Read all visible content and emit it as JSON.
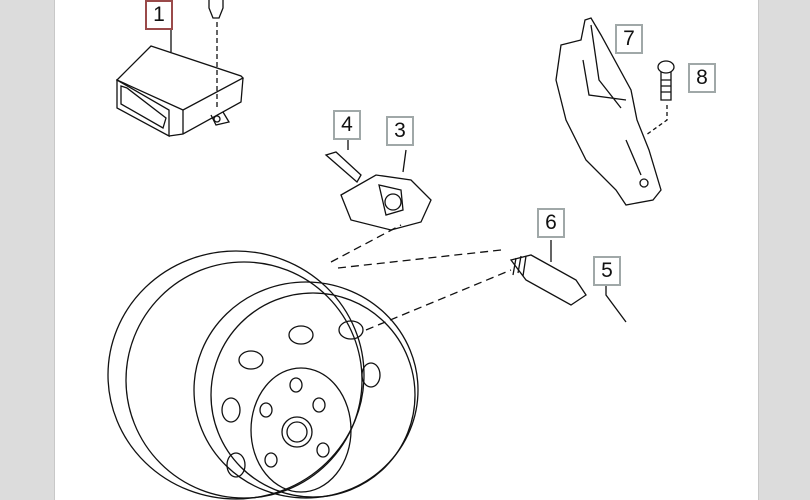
{
  "diagram": {
    "callouts": [
      {
        "id": "1",
        "label": "1",
        "selected": true
      },
      {
        "id": "3",
        "label": "3"
      },
      {
        "id": "4",
        "label": "4"
      },
      {
        "id": "5",
        "label": "5"
      },
      {
        "id": "6",
        "label": "6"
      },
      {
        "id": "7",
        "label": "7"
      },
      {
        "id": "8",
        "label": "8"
      }
    ],
    "colors": {
      "selected_border": "#9a4a4a",
      "callout_border": "#a0a8a8",
      "panel": "#dcdcdc"
    }
  }
}
